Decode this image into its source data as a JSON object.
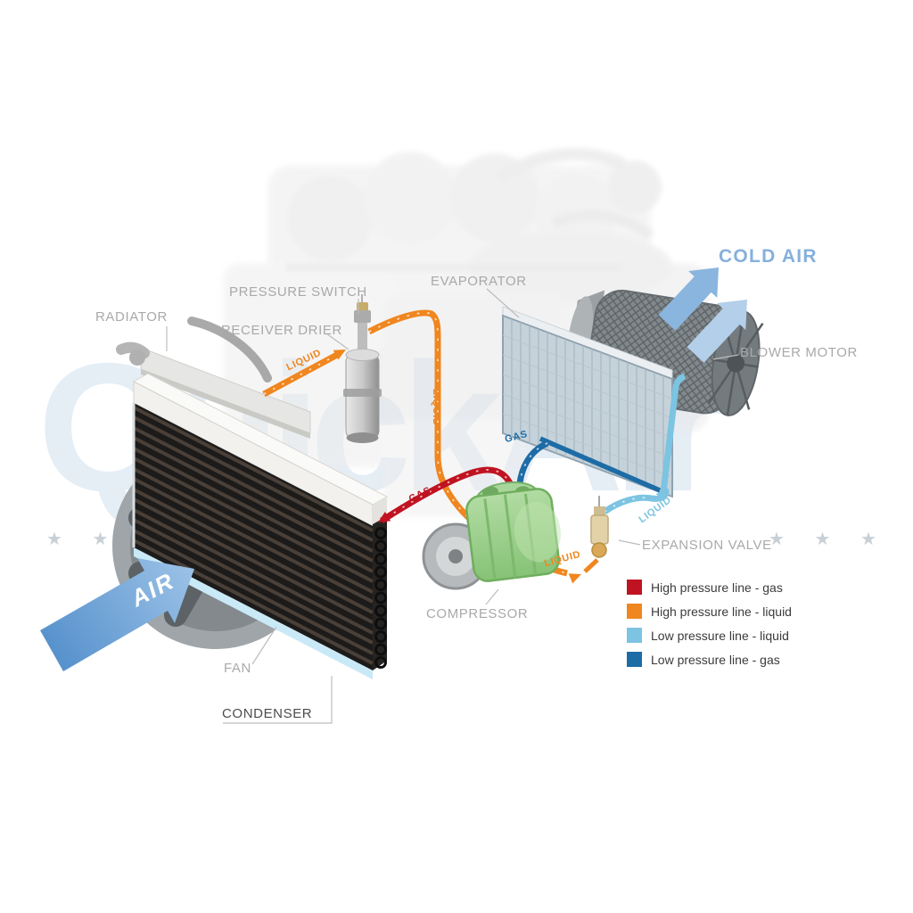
{
  "labels": {
    "radiator": "RADIATOR",
    "pressure_switch": "PRESSURE SWITCH",
    "receiver_drier": "RECEIVER DRIER",
    "evaporator": "EVAPORATOR",
    "cold_air": "COLD AIR",
    "blower_motor": "BLOWER MOTOR",
    "expansion_valve": "EXPANSION VALVE",
    "compressor": "COMPRESSOR",
    "fan": "FAN",
    "condenser": "CONDENSER",
    "air": "AIR"
  },
  "pipe_labels": {
    "liquid": "LIQUID",
    "gas": "GAS"
  },
  "legend": {
    "items": [
      {
        "label": "High pressure line - gas",
        "color": "#c01321"
      },
      {
        "label": "High pressure line - liquid",
        "color": "#f0861f"
      },
      {
        "label": "Low pressure line - liquid",
        "color": "#7cc4e2"
      },
      {
        "label": "Low pressure line - gas",
        "color": "#1d6ca6"
      }
    ]
  },
  "watermark": {
    "text": "QuickAir",
    "stars_left": "★ ★ ★ ★",
    "stars_right": "★ ★ ★"
  },
  "colors": {
    "high_pressure_gas": "#c01321",
    "high_pressure_liquid": "#f0861f",
    "low_pressure_liquid": "#7cc4e2",
    "low_pressure_gas": "#1d6ca6",
    "air_arrow_blue": "#6fa3d6",
    "cold_air_text": "#86b0dc",
    "component_label_gray": "#a9a9a9"
  }
}
